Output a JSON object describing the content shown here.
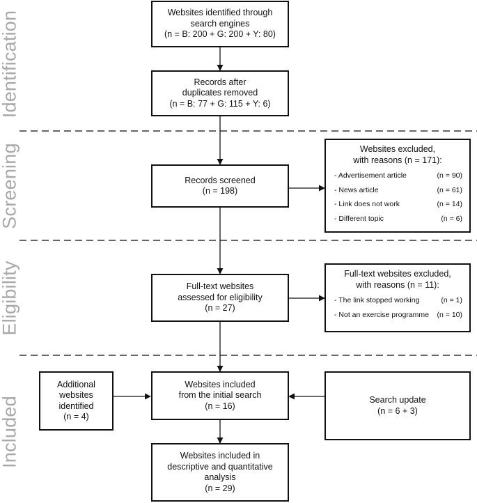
{
  "phases": {
    "identification": "Identification",
    "screening": "Screening",
    "eligibility": "Eligibility",
    "included": "Included"
  },
  "boxes": {
    "identified": [
      "Websites identified through",
      "search engines",
      "(n = B: 200 + G: 200 + Y: 80)"
    ],
    "after_duplicates": [
      "Records after",
      "duplicates removed",
      "(n = B: 77 + G: 115 + Y: 6)"
    ],
    "screened": [
      "Records screened",
      "(n = 198)"
    ],
    "assessed": [
      "Full-text websites",
      "assessed for eligibility",
      "(n = 27)"
    ],
    "included_initial": [
      "Websites included",
      "from the initial search",
      "(n = 16)"
    ],
    "additional": [
      "Additional",
      "websites",
      "identified",
      "(n = 4)"
    ],
    "search_update": [
      "Search update",
      "(n = 6 + 3)"
    ],
    "final": [
      "Websites included in",
      "descriptive and quantitative",
      "analysis",
      "(n = 29)"
    ]
  },
  "excluded_screening": {
    "heading": [
      "Websites excluded,",
      "with reasons (n = 171):"
    ],
    "items": [
      {
        "label": "- Advertisement article",
        "count": "(n = 90)"
      },
      {
        "label": "- News article",
        "count": "(n = 61)"
      },
      {
        "label": "- Link does not work",
        "count": "(n = 14)"
      },
      {
        "label": "- Different topic",
        "count": "(n = 6)"
      }
    ]
  },
  "excluded_fulltext": {
    "heading": [
      "Full-text websites excluded,",
      "with reasons (n = 11):"
    ],
    "items": [
      {
        "label": "- The link stopped working",
        "count": "(n = 1)"
      },
      {
        "label": "- Not an exercise programme",
        "count": "(n = 10)"
      }
    ]
  },
  "colors": {
    "phase_label": "#a8a8a8",
    "line": "#111111",
    "dash": "#333333"
  }
}
